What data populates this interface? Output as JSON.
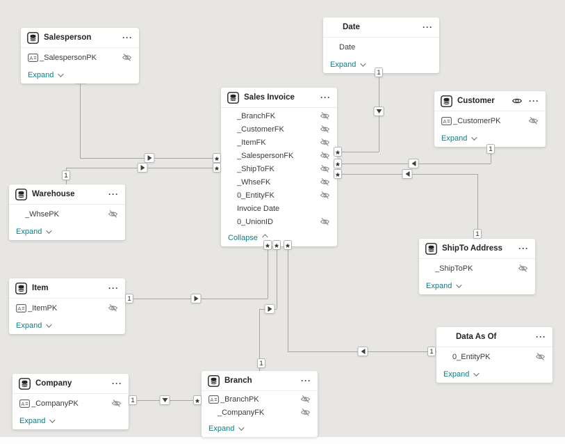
{
  "colors": {
    "canvas_bg": "#e7e6e3",
    "card_bg": "#ffffff",
    "accent_link": "#0b7d84",
    "relationship_line": "#a6a4a2"
  },
  "symbols": {
    "one": "1",
    "many": "*",
    "more": "···"
  },
  "tables": [
    {
      "id": "salesperson",
      "title": "Salesperson",
      "icon": true,
      "header_eye": false,
      "fields": [
        {
          "name": "_SalespersonPK",
          "key": true,
          "hidden": true
        }
      ],
      "footer_label": "Expand",
      "collapsed": true
    },
    {
      "id": "date",
      "title": "Date",
      "icon": false,
      "header_eye": false,
      "fields": [
        {
          "name": "Date",
          "key": false,
          "hidden": false
        }
      ],
      "footer_label": "Expand",
      "collapsed": true
    },
    {
      "id": "sales-invoice",
      "title": "Sales Invoice",
      "icon": true,
      "header_eye": false,
      "fields": [
        {
          "name": "_BranchFK",
          "key": false,
          "hidden": true
        },
        {
          "name": "_CustomerFK",
          "key": false,
          "hidden": true
        },
        {
          "name": "_ItemFK",
          "key": false,
          "hidden": true
        },
        {
          "name": "_SalespersonFK",
          "key": false,
          "hidden": true
        },
        {
          "name": "_ShipToFK",
          "key": false,
          "hidden": true
        },
        {
          "name": "_WhseFK",
          "key": false,
          "hidden": true
        },
        {
          "name": "0_EntityFK",
          "key": false,
          "hidden": true
        },
        {
          "name": "Invoice Date",
          "key": false,
          "hidden": false
        },
        {
          "name": "0_UnionID",
          "key": false,
          "hidden": true
        }
      ],
      "footer_label": "Collapse",
      "collapsed": false
    },
    {
      "id": "customer",
      "title": "Customer",
      "icon": true,
      "header_eye": true,
      "fields": [
        {
          "name": "_CustomerPK",
          "key": true,
          "hidden": true
        }
      ],
      "footer_label": "Expand",
      "collapsed": true
    },
    {
      "id": "warehouse",
      "title": "Warehouse",
      "icon": true,
      "header_eye": false,
      "fields": [
        {
          "name": "_WhsePK",
          "key": false,
          "hidden": true
        }
      ],
      "footer_label": "Expand",
      "collapsed": true
    },
    {
      "id": "shipto-address",
      "title": "ShipTo Address",
      "icon": true,
      "header_eye": false,
      "fields": [
        {
          "name": "_ShipToPK",
          "key": false,
          "hidden": true
        }
      ],
      "footer_label": "Expand",
      "collapsed": true
    },
    {
      "id": "item",
      "title": "Item",
      "icon": true,
      "header_eye": false,
      "fields": [
        {
          "name": "_ItemPK",
          "key": true,
          "hidden": true
        }
      ],
      "footer_label": "Expand",
      "collapsed": true
    },
    {
      "id": "data-as-of",
      "title": "Data As Of",
      "icon": false,
      "header_eye": false,
      "fields": [
        {
          "name": "0_EntityPK",
          "key": false,
          "hidden": true
        }
      ],
      "footer_label": "Expand",
      "collapsed": true
    },
    {
      "id": "company",
      "title": "Company",
      "icon": true,
      "header_eye": false,
      "fields": [
        {
          "name": "_CompanyPK",
          "key": true,
          "hidden": true
        }
      ],
      "footer_label": "Expand",
      "collapsed": true
    },
    {
      "id": "branch",
      "title": "Branch",
      "icon": true,
      "header_eye": false,
      "fields": [
        {
          "name": "_BranchPK",
          "key": true,
          "hidden": true
        },
        {
          "name": "_CompanyFK",
          "key": false,
          "hidden": true
        }
      ],
      "footer_label": "Expand",
      "collapsed": true
    }
  ],
  "relationships": [
    {
      "from": "Salesperson",
      "to": "Sales Invoice",
      "from_cardinality": "1",
      "to_cardinality": "*",
      "filter_arrow": "right"
    },
    {
      "from": "Warehouse",
      "to": "Sales Invoice",
      "from_cardinality": "1",
      "to_cardinality": "*",
      "filter_arrow": "right"
    },
    {
      "from": "Date",
      "to": "Sales Invoice",
      "from_cardinality": "1",
      "to_cardinality": "*",
      "filter_arrow": "down"
    },
    {
      "from": "Customer",
      "to": "Sales Invoice",
      "from_cardinality": "1",
      "to_cardinality": "*",
      "filter_arrow": "left"
    },
    {
      "from": "ShipTo Address",
      "to": "Sales Invoice",
      "from_cardinality": "1",
      "to_cardinality": "*",
      "filter_arrow": "left"
    },
    {
      "from": "Item",
      "to": "Sales Invoice",
      "from_cardinality": "1",
      "to_cardinality": "*",
      "filter_arrow": "right"
    },
    {
      "from": "Branch",
      "to": "Sales Invoice",
      "from_cardinality": "1",
      "to_cardinality": "*",
      "filter_arrow": "right"
    },
    {
      "from": "Data As Of",
      "to": "Sales Invoice",
      "from_cardinality": "1",
      "to_cardinality": "*",
      "filter_arrow": "left"
    },
    {
      "from": "Company",
      "to": "Branch",
      "from_cardinality": "1",
      "to_cardinality": "*",
      "filter_arrow": "down"
    }
  ]
}
